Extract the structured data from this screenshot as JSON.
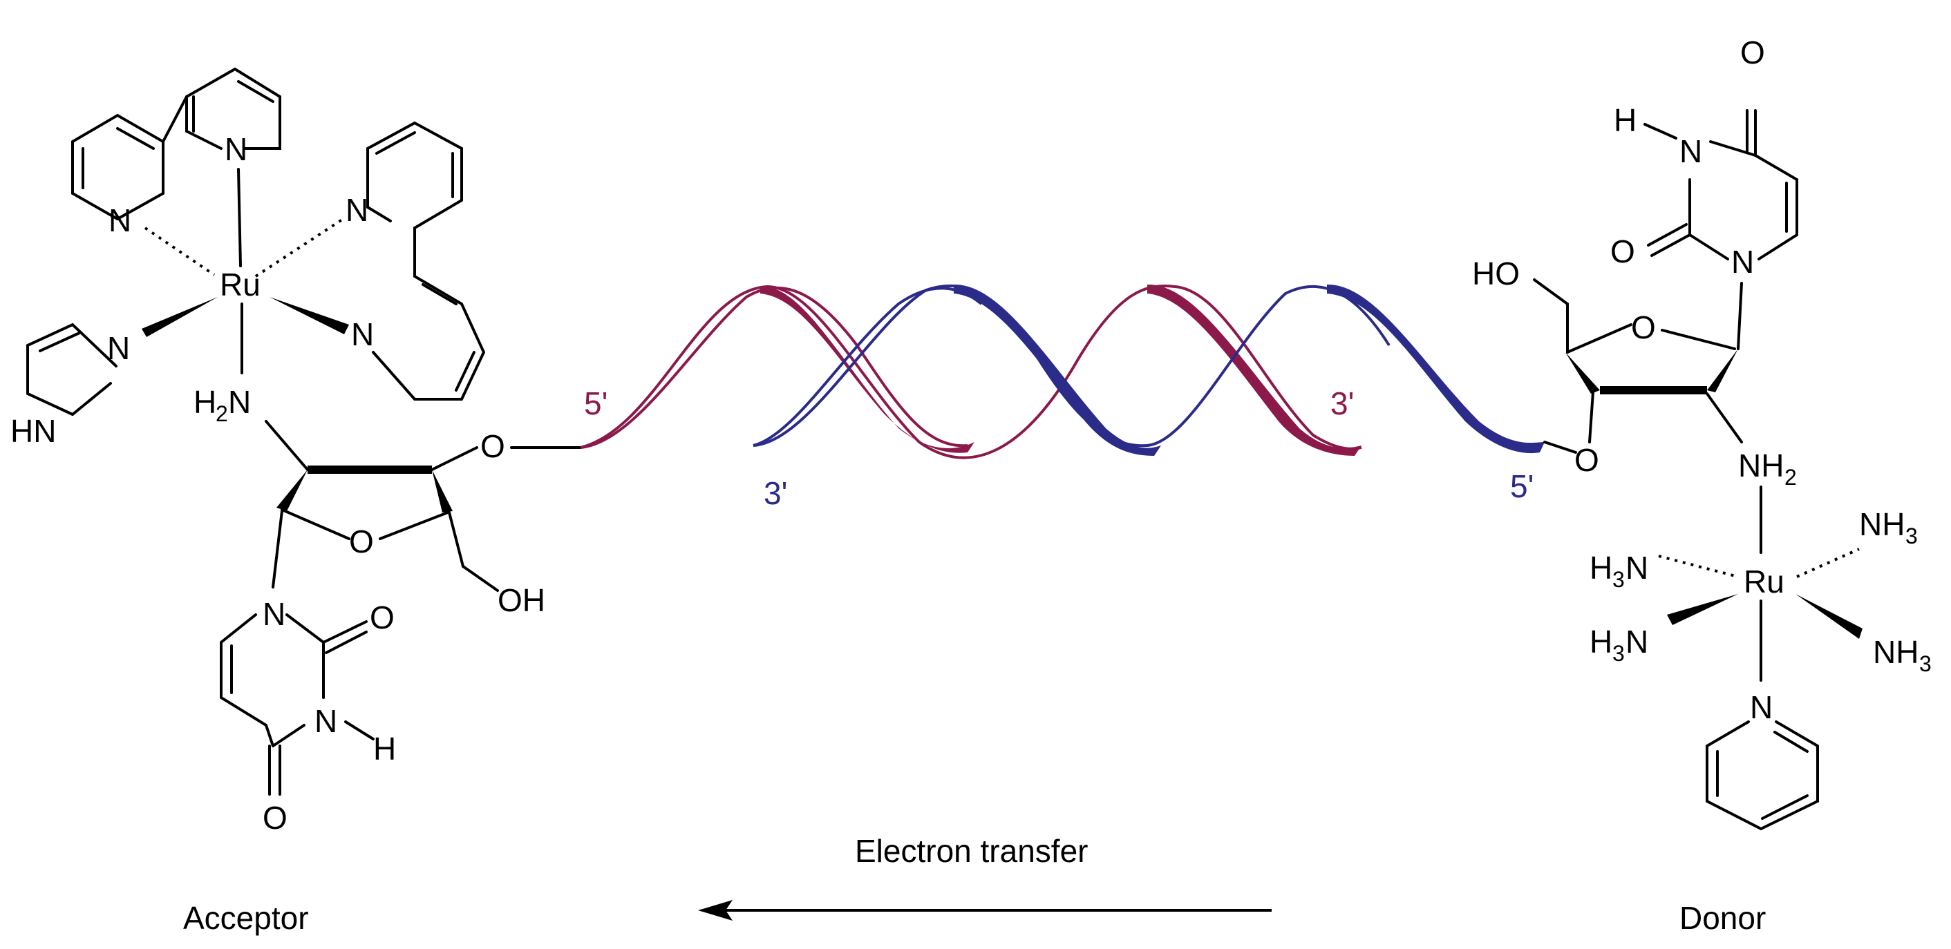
{
  "acceptor": {
    "label": "Acceptor",
    "metal": "Ru",
    "atoms": {
      "n": "N",
      "hn": "HN",
      "h2n": "H",
      "h2n_sub": "2",
      "h2n_n": "N",
      "o": "O",
      "oh": "OH",
      "h": "H"
    }
  },
  "donor": {
    "label": "Donor",
    "metal": "Ru",
    "atoms": {
      "n": "N",
      "o": "O",
      "ho": "HO",
      "h": "H",
      "nh2": "NH",
      "sub2": "2",
      "nh3": "NH",
      "sub3": "3",
      "h3n": "H",
      "h3n_n": "N"
    }
  },
  "duplex": {
    "strand1_color": "#8b1a4a",
    "strand2_color": "#2b2b8a",
    "end_labels": {
      "left_5": "5'",
      "left_3": "3'",
      "right_3": "3'",
      "right_5": "5'"
    }
  },
  "arrow": {
    "label": "Electron transfer",
    "direction": "donor-to-acceptor"
  }
}
